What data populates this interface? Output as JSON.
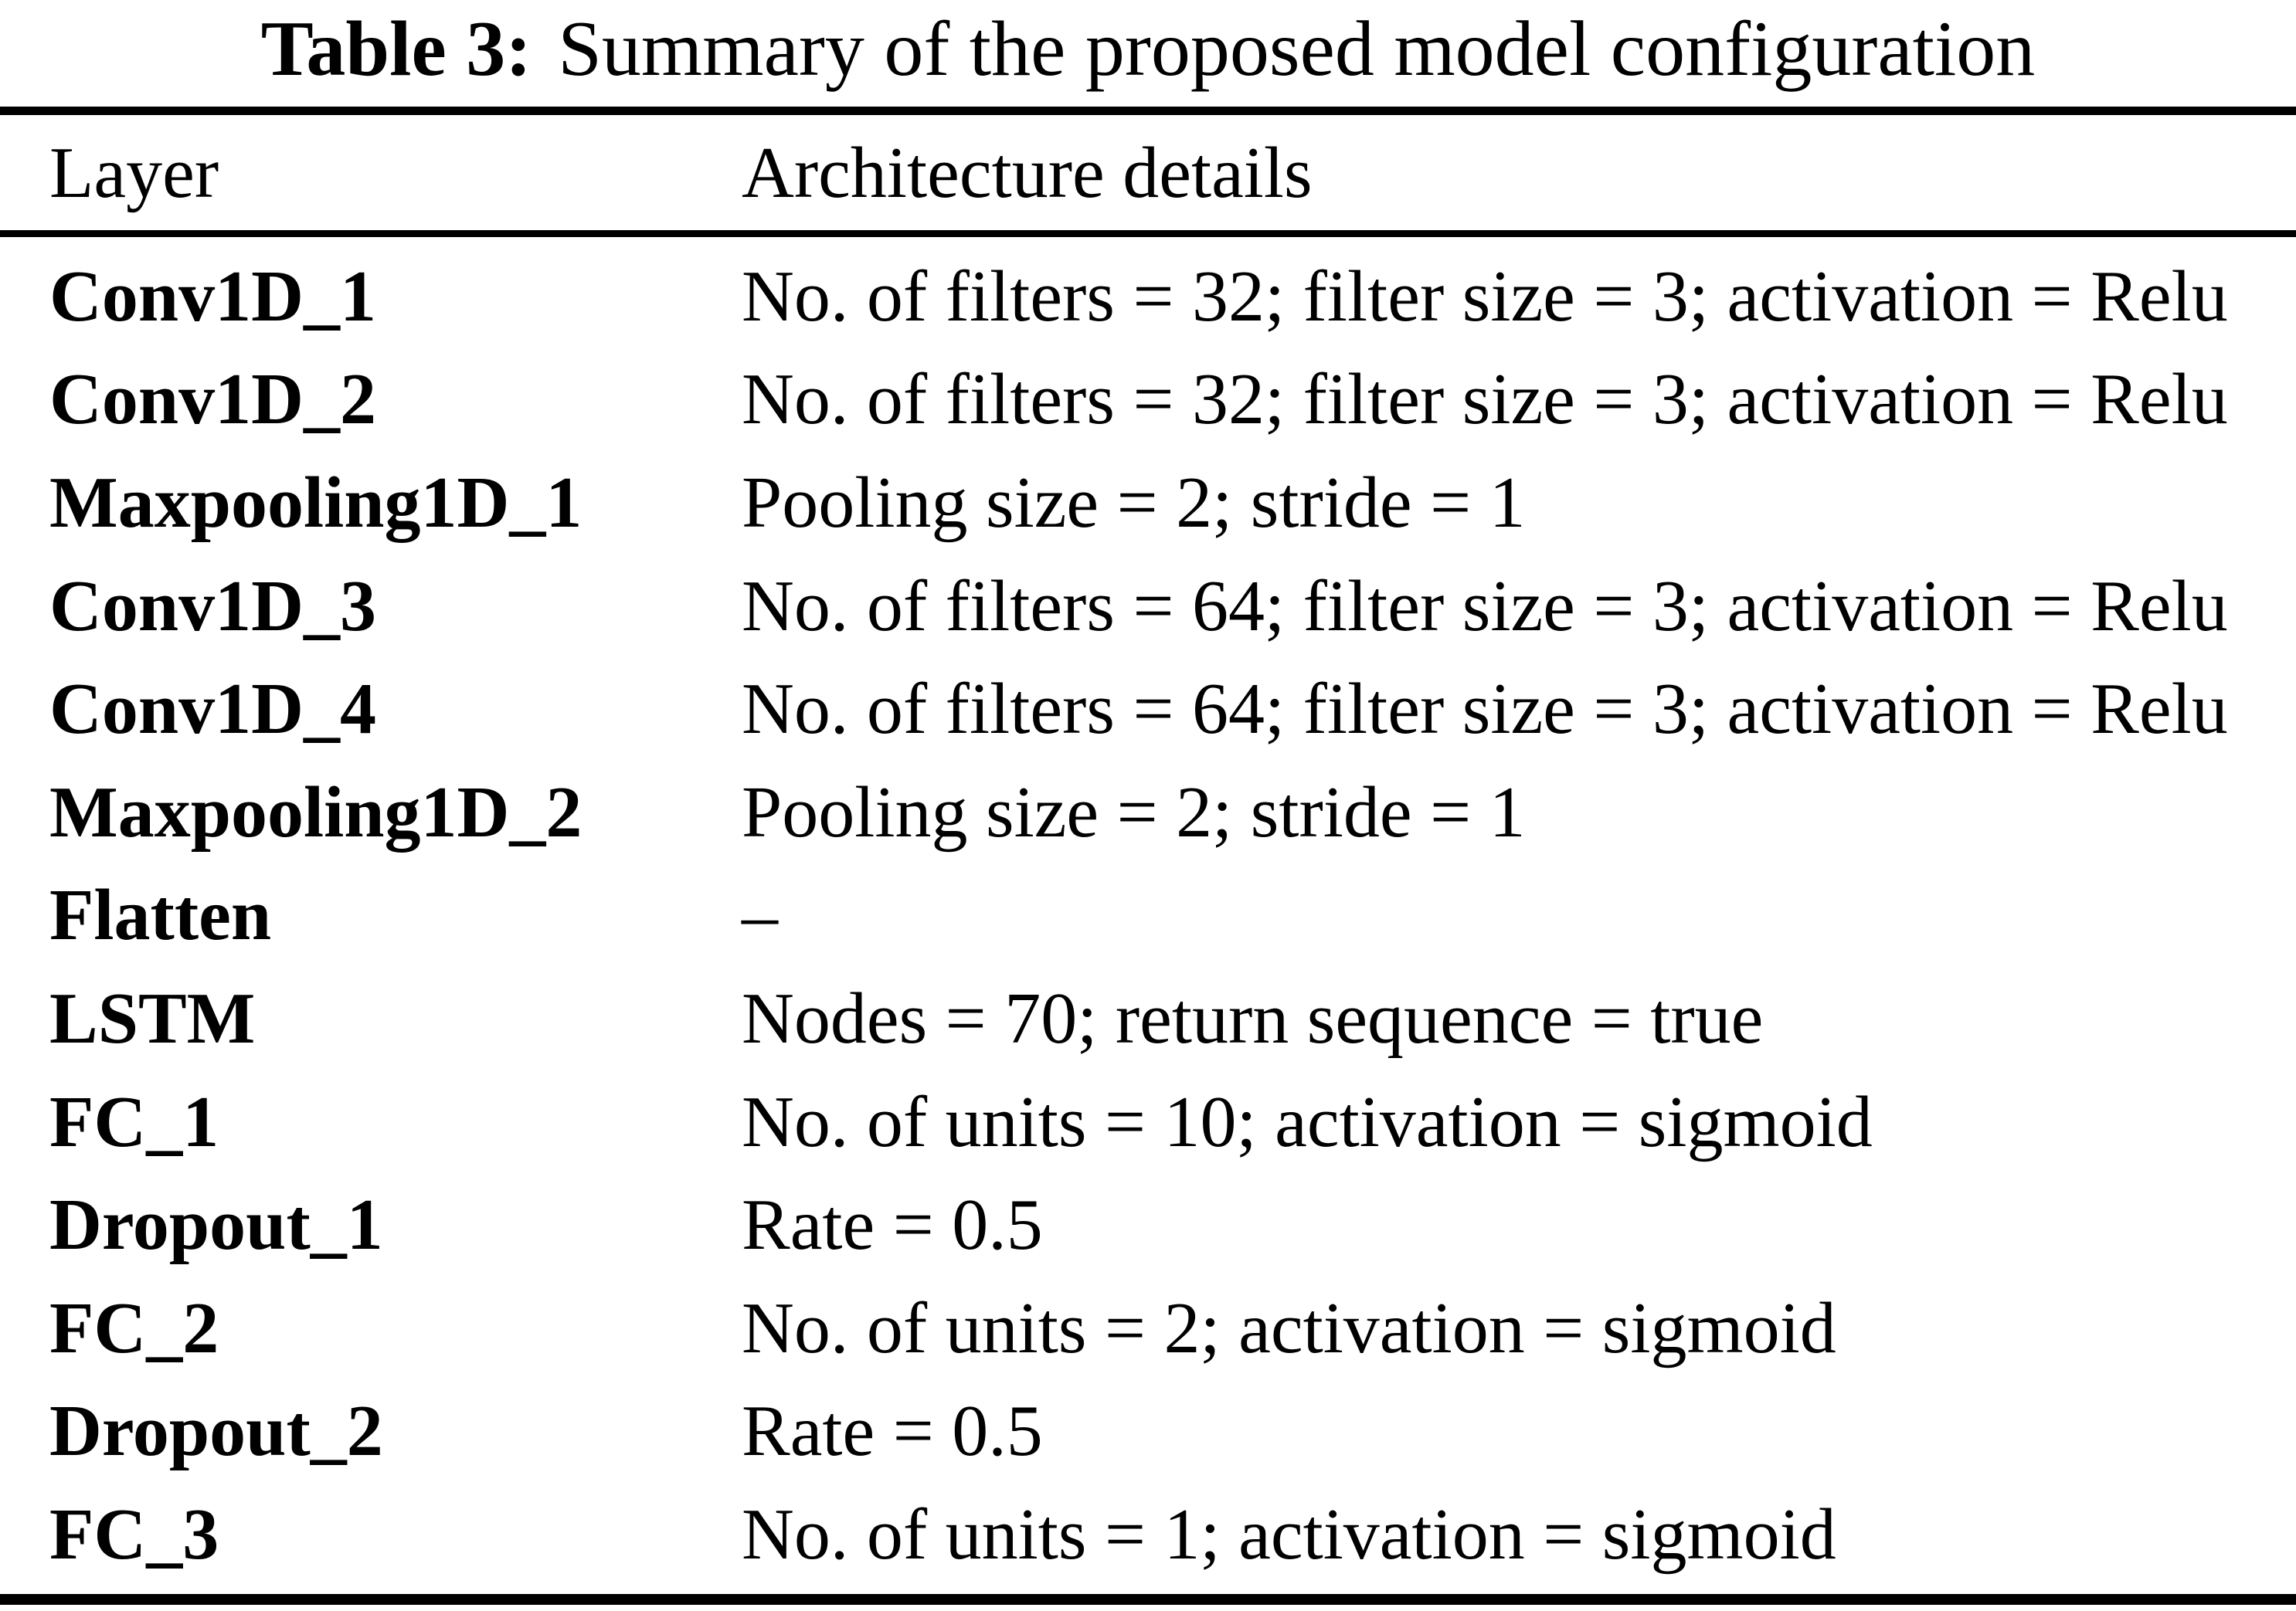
{
  "colors": {
    "text": "#000000",
    "background": "#ffffff",
    "rule": "#000000"
  },
  "caption": {
    "label": "Table 3:",
    "text": "Summary of the proposed model configuration"
  },
  "table": {
    "headers": [
      "Layer",
      "Architecture details"
    ],
    "rows": [
      {
        "layer": "Conv1D_1",
        "details": "No. of filters = 32; filter size = 3; activation = Relu"
      },
      {
        "layer": "Conv1D_2",
        "details": "No. of filters = 32; filter size = 3; activation = Relu"
      },
      {
        "layer": "Maxpooling1D_1",
        "details": "Pooling size = 2; stride = 1"
      },
      {
        "layer": "Conv1D_3",
        "details": "No. of filters = 64; filter size = 3; activation = Relu"
      },
      {
        "layer": "Conv1D_4",
        "details": "No. of filters = 64; filter size = 3; activation = Relu"
      },
      {
        "layer": "Maxpooling1D_2",
        "details": "Pooling size = 2; stride = 1"
      },
      {
        "layer": "Flatten",
        "details": "–"
      },
      {
        "layer": "LSTM",
        "details": "Nodes = 70; return sequence = true"
      },
      {
        "layer": "FC_1",
        "details": "No. of units = 10; activation = sigmoid"
      },
      {
        "layer": "Dropout_1",
        "details": "Rate = 0.5"
      },
      {
        "layer": "FC_2",
        "details": "No. of units = 2; activation = sigmoid"
      },
      {
        "layer": "Dropout_2",
        "details": "Rate = 0.5"
      },
      {
        "layer": "FC_3",
        "details": "No. of units = 1; activation = sigmoid"
      }
    ]
  }
}
